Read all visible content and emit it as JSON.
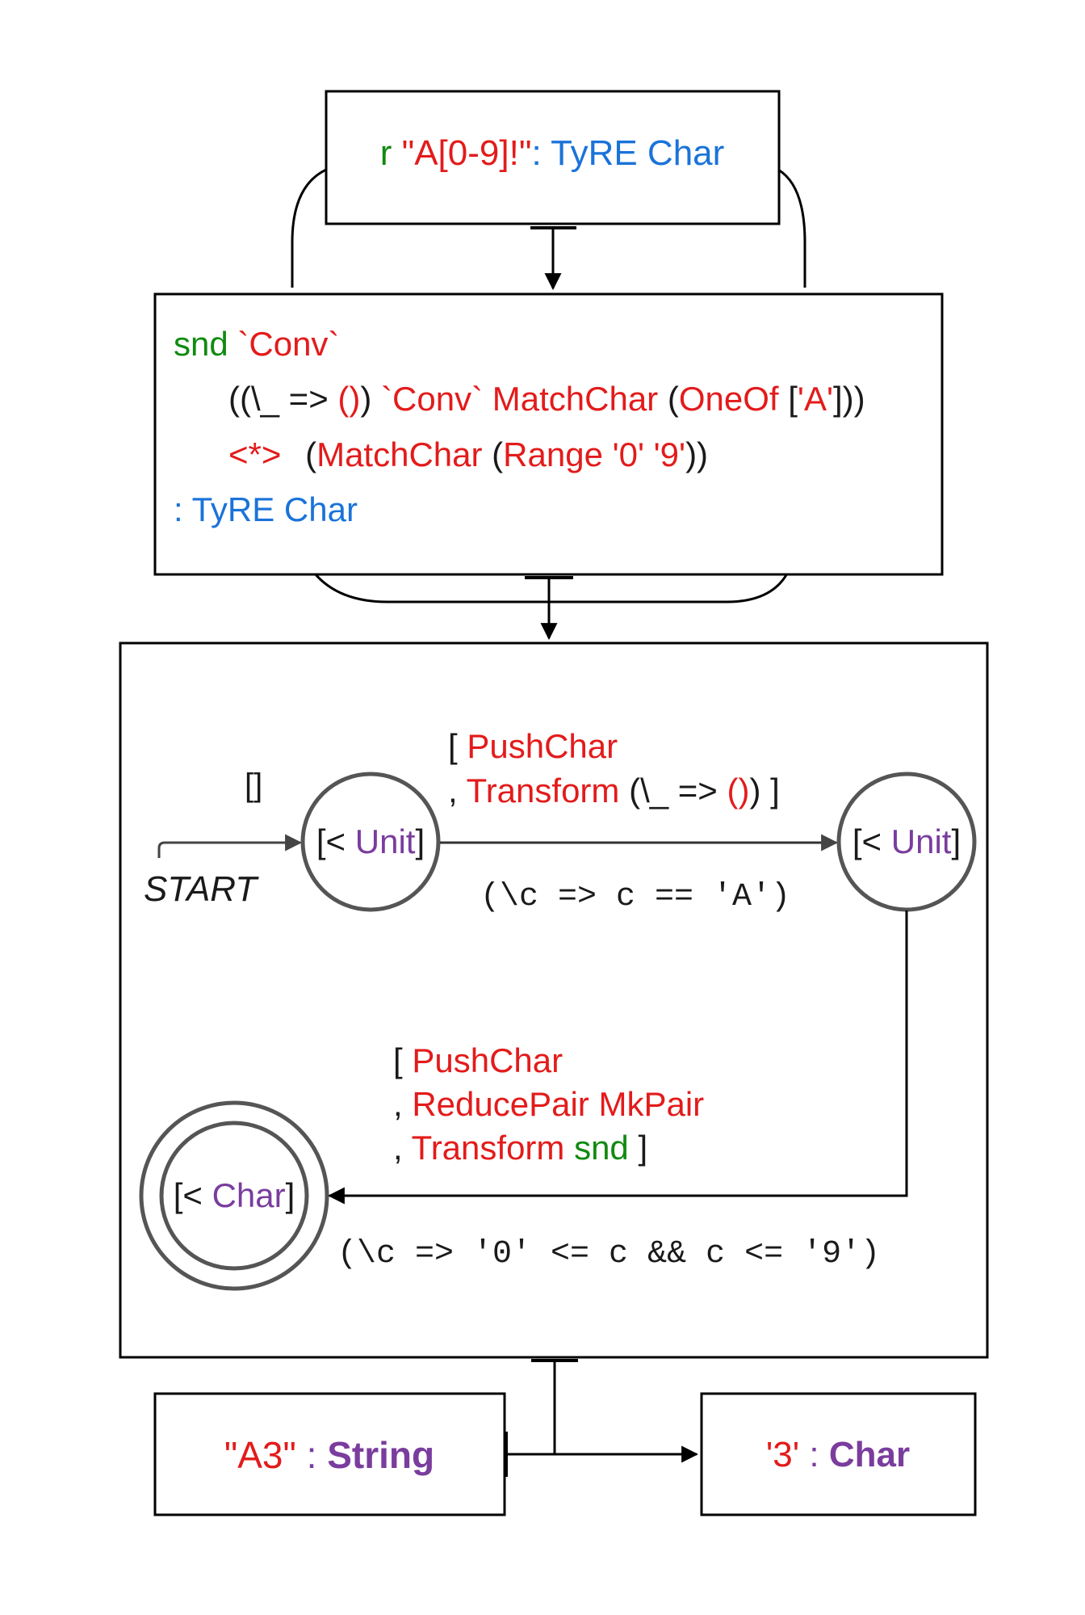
{
  "colors": {
    "keyword": "#118a11",
    "literal": "#e31b1b",
    "type": "#1a73d9",
    "state_type": "#7a3d9e",
    "text": "#1a1a1a",
    "stroke": "#000000",
    "state_stroke": "#555555"
  },
  "top_box": {
    "r": "r",
    "pattern": "\"A[0-9]!\"",
    "colon": ":",
    "type": "TyRE Char"
  },
  "middle_box": {
    "line1_snd": "snd",
    "line1_conv": "`Conv`",
    "line2": {
      "open": "((\\_ =>",
      "unit": "()",
      "close": ")",
      "conv": "`Conv`",
      "matchchar": "MatchChar",
      "paren_open": "(",
      "oneof": "OneOf",
      "bracket_open": "[",
      "a": "'A'",
      "end": "]))"
    },
    "line3": {
      "ap": "<*>",
      "open": "(",
      "matchchar": "MatchChar",
      "open2": "(",
      "range": "Range '0' '9'",
      "end": "))"
    },
    "line4": ": TyRE Char"
  },
  "automaton": {
    "start_label": "START",
    "start_routine": "[]",
    "state1": {
      "open": "[<",
      "type": "Unit",
      "close": "]"
    },
    "state2": {
      "open": "[<",
      "type": "Unit",
      "close": "]"
    },
    "state3": {
      "open": "[<",
      "type": "Char",
      "close": "]"
    },
    "edge1": {
      "line1_open": "[",
      "line1_op": "PushChar",
      "line2_sep": ",",
      "line2_op": "Transform",
      "line2_paren": "(\\_ =>",
      "line2_unit": "()",
      "line2_close": ") ]",
      "predicate": "(\\c => c == 'A')"
    },
    "edge2": {
      "line1_open": "[",
      "line1_op": "PushChar",
      "line2_sep": ",",
      "line2_op": "ReducePair MkPair",
      "line3_sep": ",",
      "line3_op": "Transform",
      "line3_snd": "snd",
      "line3_close": "]",
      "predicate": "(\\c => '0' <= c && c <= '9')"
    }
  },
  "input_box": {
    "value": "\"A3\"",
    "colon": ":",
    "type": "String"
  },
  "output_box": {
    "value": "'3'",
    "colon": ":",
    "type": "Char"
  }
}
